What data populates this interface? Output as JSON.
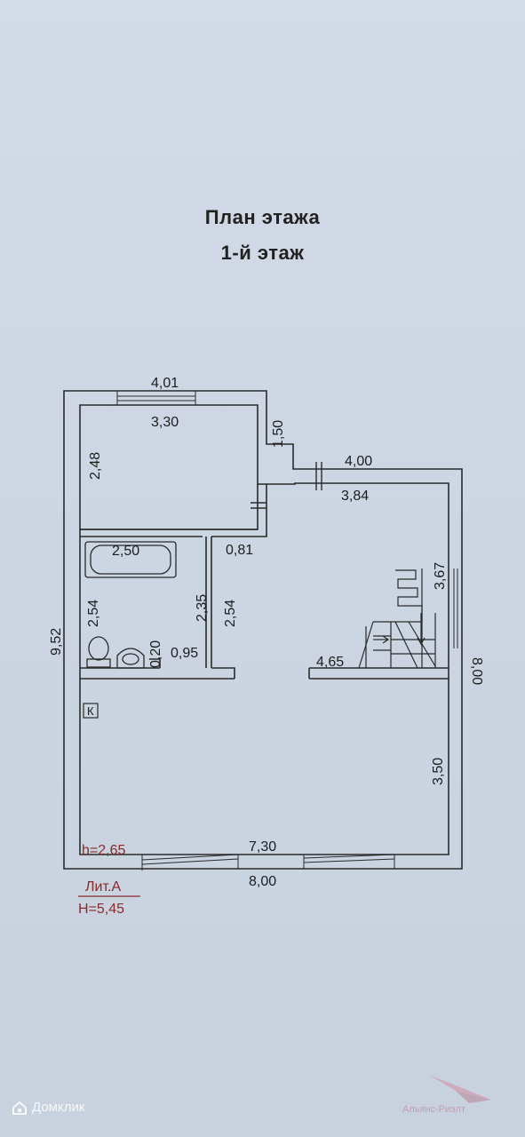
{
  "title": {
    "line1": "План  этажа",
    "line2": "1-й этаж"
  },
  "dimensions": {
    "top_outer": "4,01",
    "top_inner": "3,30",
    "step_height": "1,50",
    "right_outer": "4,00",
    "right_inner": "3,84",
    "left_room_height": "2,48",
    "bath_width": "2,50",
    "bath_depth": "0,81",
    "bath_side_left": "2,54",
    "corridor_height_a": "2,35",
    "corridor_height_b": "2,54",
    "small_02": "0,20",
    "small_095": "0,95",
    "stair_height": "3,67",
    "middle_width": "4,65",
    "total_height": "9,52",
    "right_total": "8,00",
    "big_room_height": "3,50",
    "bottom_inner": "7,30",
    "bottom_outer": "8,00"
  },
  "marks": {
    "k_label": "К",
    "h_label": "h=2,65",
    "lit_label": "Лит.А",
    "H_label": "Н=5,45"
  },
  "watermarks": {
    "left": "Домклик",
    "right": "Альянс-Риэлт"
  }
}
